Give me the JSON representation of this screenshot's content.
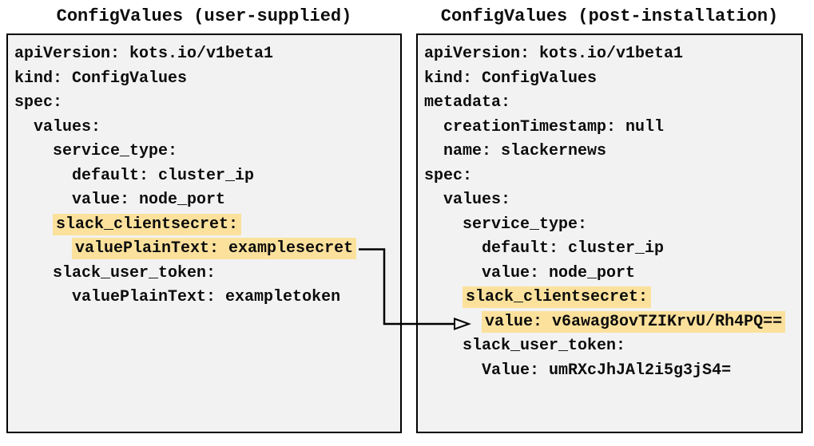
{
  "colors": {
    "highlight": "#FBE19C",
    "panel_bg": "#F2F2F2",
    "panel_border": "#000000",
    "text": "#0D0D0D"
  },
  "panels": [
    {
      "title": "ConfigValues (user-supplied)",
      "lines": [
        {
          "indent": "",
          "text": "apiVersion: kots.io/v1beta1",
          "highlight": false
        },
        {
          "indent": "",
          "text": "kind: ConfigValues",
          "highlight": false
        },
        {
          "indent": "",
          "text": "spec:",
          "highlight": false
        },
        {
          "indent": "  ",
          "text": "values:",
          "highlight": false
        },
        {
          "indent": "    ",
          "text": "service_type:",
          "highlight": false
        },
        {
          "indent": "      ",
          "text": "default: cluster_ip",
          "highlight": false
        },
        {
          "indent": "      ",
          "text": "value: node_port",
          "highlight": false
        },
        {
          "indent": "    ",
          "text": "slack_clientsecret:",
          "highlight": true
        },
        {
          "indent": "      ",
          "text": "valuePlainText: examplesecret",
          "highlight": true
        },
        {
          "indent": "    ",
          "text": "slack_user_token:",
          "highlight": false
        },
        {
          "indent": "      ",
          "text": "valuePlainText: exampletoken",
          "highlight": false
        }
      ]
    },
    {
      "title": "ConfigValues (post-installation)",
      "lines": [
        {
          "indent": "",
          "text": "apiVersion: kots.io/v1beta1",
          "highlight": false
        },
        {
          "indent": "",
          "text": "kind: ConfigValues",
          "highlight": false
        },
        {
          "indent": "",
          "text": "metadata:",
          "highlight": false
        },
        {
          "indent": "  ",
          "text": "creationTimestamp: null",
          "highlight": false
        },
        {
          "indent": "  ",
          "text": "name: slackernews",
          "highlight": false
        },
        {
          "indent": "",
          "text": "spec:",
          "highlight": false
        },
        {
          "indent": "  ",
          "text": "values:",
          "highlight": false
        },
        {
          "indent": "    ",
          "text": "service_type:",
          "highlight": false
        },
        {
          "indent": "      ",
          "text": "default: cluster_ip",
          "highlight": false
        },
        {
          "indent": "      ",
          "text": "value: node_port",
          "highlight": false
        },
        {
          "indent": "    ",
          "text": "slack_clientsecret:",
          "highlight": true
        },
        {
          "indent": "      ",
          "text": "value: v6awag8ovTZIKrvU/Rh4PQ==",
          "highlight": true
        },
        {
          "indent": "    ",
          "text": "slack_user_token:",
          "highlight": false
        },
        {
          "indent": "      ",
          "text": "Value: umRXcJhJAl2i5g3jS4=",
          "highlight": false
        }
      ]
    }
  ],
  "arrow": {
    "from_text": "valuePlainText: examplesecret",
    "to_text": "value: v6awag8ovTZIKrvU/Rh4PQ=="
  }
}
